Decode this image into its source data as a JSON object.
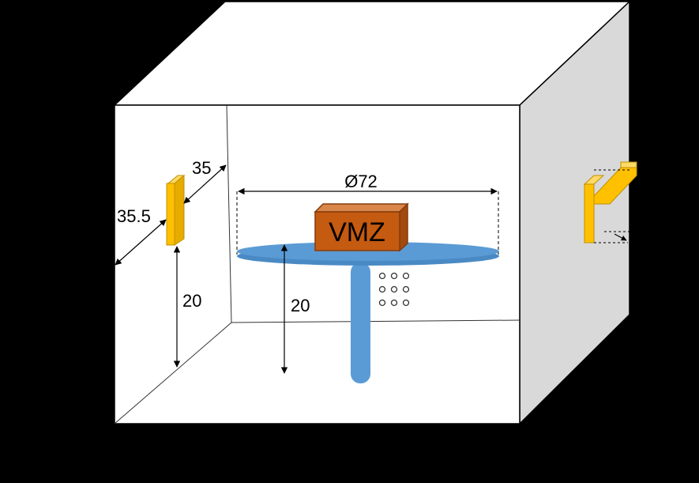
{
  "labels": {
    "box": "VMZ",
    "diameter": "Ø72",
    "wall_distance": "35",
    "depth_distance": "35.5",
    "antenna_height": "20",
    "table_height": "20"
  },
  "colors": {
    "background": "#000000",
    "chamber_face": "#ffffff",
    "chamber_side": "#d9d9d9",
    "turntable": "#5b9bd5",
    "antenna": "#ffc000",
    "antenna_edge": "#bf9000",
    "box_fill": "#c55a11",
    "box_top": "#d9864a",
    "box_edge": "#843c0c"
  },
  "icons": {
    "antenna": "horn-antenna-icon",
    "vent": "vent-holes-icon"
  }
}
